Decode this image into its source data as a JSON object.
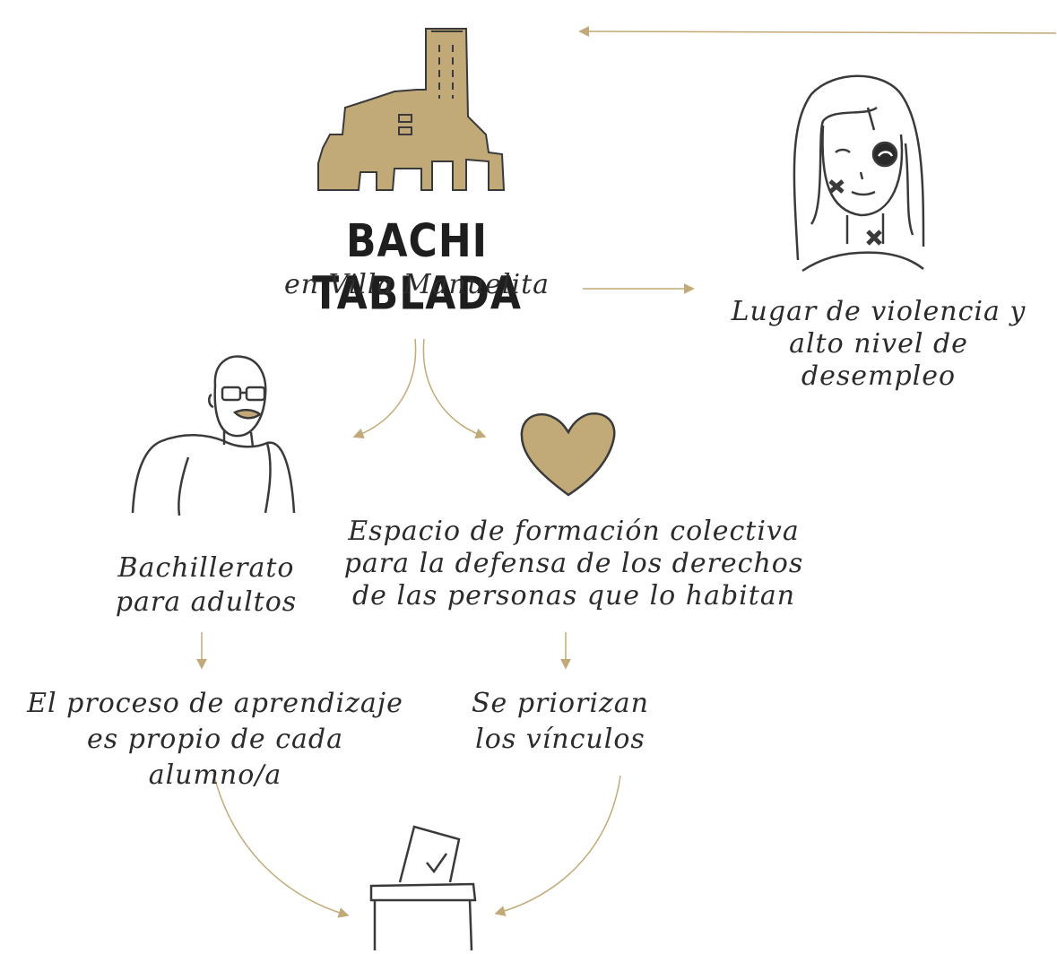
{
  "title": "BACHI TABLADA",
  "subtitle": "en Villa Manuelita",
  "nodes": {
    "violence": "Lugar de violencia y\nalto nivel de desempleo",
    "adults": "Bachillerato\npara adultos",
    "collective": "Espacio de formación colectiva\npara la defensa de los derechos\nde las personas que lo habitan",
    "learning": "El proceso de aprendizaje\nes propio de cada alumno/a",
    "links": "Se priorizan\nlos vínculos"
  },
  "icons": [
    "factory-icon",
    "injured-woman-icon",
    "elderly-man-icon",
    "heart-icon",
    "ballot-box-icon"
  ],
  "colors": {
    "accent": "#c2aa78",
    "ink": "#3a3a3a",
    "background": "#ffffff"
  }
}
